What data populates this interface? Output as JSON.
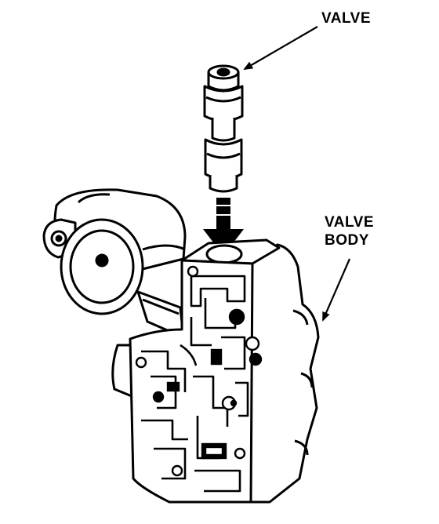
{
  "labels": {
    "valve": "VALVE",
    "valve_body_line1": "VALVE",
    "valve_body_line2": "BODY"
  },
  "colors": {
    "ink": "#000000",
    "paper": "#ffffff"
  }
}
